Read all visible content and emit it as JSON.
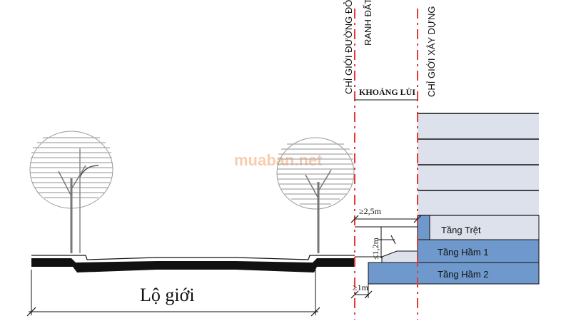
{
  "labels": {
    "red_line": "CHỈ GIỚI ĐƯỜNG ĐỎ",
    "land_boundary": "RANH ĐẤT",
    "build_line": "CHỈ GIỚI XÂY DỰNG",
    "setback": "KHOẢNG LÙI",
    "road_width": "Lộ giới",
    "dim_2_5m": "≥2,5m",
    "dim_1_2m": "≤1,2m",
    "dim_1m": "≥1m",
    "watermark": "muaban.net"
  },
  "floors": [
    {
      "name": "Tầng Trệt",
      "type": "ground"
    },
    {
      "name": "Tầng Hầm 1",
      "type": "basement"
    },
    {
      "name": "Tầng Hầm 2",
      "type": "basement"
    }
  ],
  "colors": {
    "red_dash": "#e53935",
    "building_fill": "#dde1ec",
    "basement_fill": "#6f99cc",
    "road": "#111111",
    "tree": "#9a9a9a"
  }
}
